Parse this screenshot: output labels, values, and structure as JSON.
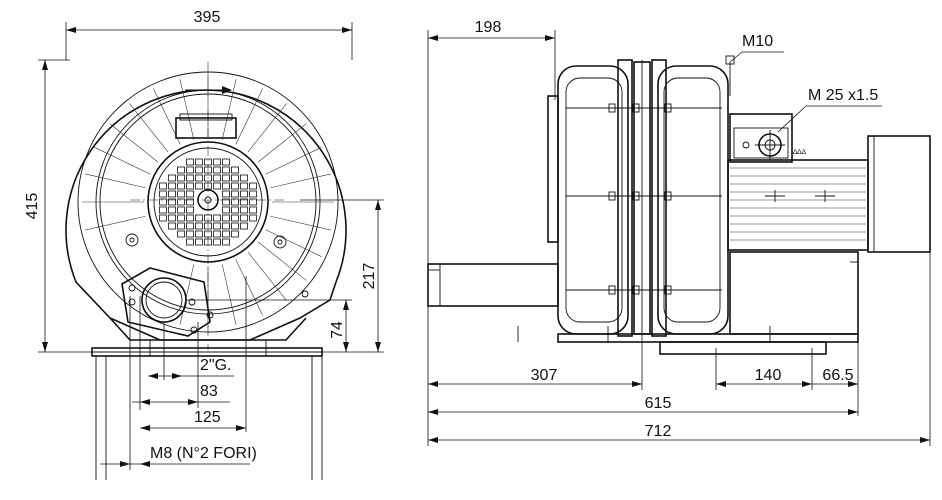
{
  "front_view": {
    "width_dim": "395",
    "height_dim": "415",
    "outlet_height_dim": "217",
    "base_height_dim": "74",
    "port_size": "2\"G.",
    "offset_83": "83",
    "offset_125": "125",
    "bolt_note": "M8  (N°2 FORI)"
  },
  "side_view": {
    "top_dim": "198",
    "bolt_label": "M10",
    "gland_label": "M 25 x1.5",
    "dim_307": "307",
    "dim_140": "140",
    "dim_66_5": "66.5",
    "dim_615": "615",
    "dim_712": "712"
  }
}
